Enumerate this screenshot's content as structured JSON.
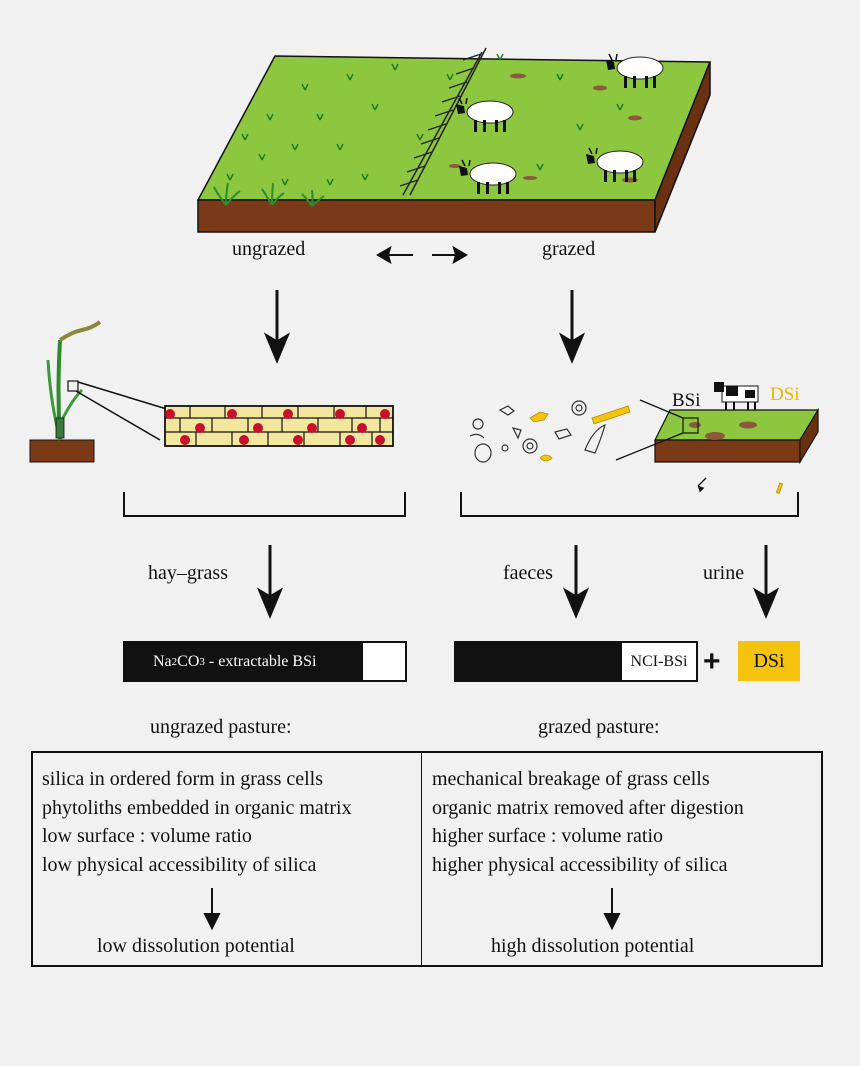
{
  "labels": {
    "ungrazed": "ungrazed",
    "grazed": "grazed",
    "bsi": "BSi",
    "dsi_tag": "DSi",
    "hay_grass": "hay–grass",
    "faeces": "faeces",
    "urine": "urine",
    "ungrazed_pasture": "ungrazed pasture:",
    "grazed_pasture": "grazed pasture:"
  },
  "bars": {
    "na_prefix": "Na",
    "na_sub": "2",
    "co_prefix": "CO",
    "co_sub": "3",
    "na_suffix": " - extractable BSi",
    "nci_label": "NCI-BSi",
    "plus": "+",
    "dsi_label": "DSi"
  },
  "table": {
    "left": [
      "silica in ordered form in grass cells",
      "phytoliths embedded in organic matrix",
      "low surface : volume ratio",
      "low physical accessibility of silica"
    ],
    "right": [
      "mechanical breakage of grass cells",
      "organic matrix removed after digestion",
      "higher surface : volume ratio",
      "higher physical accessibility of silica"
    ],
    "left_result": "low dissolution potential",
    "right_result": "high dissolution potential"
  },
  "colors": {
    "grass": "#8dc63f",
    "soil": "#7a3a17",
    "yellow": "#f5c20d",
    "phytolith_red": "#c8102e"
  }
}
